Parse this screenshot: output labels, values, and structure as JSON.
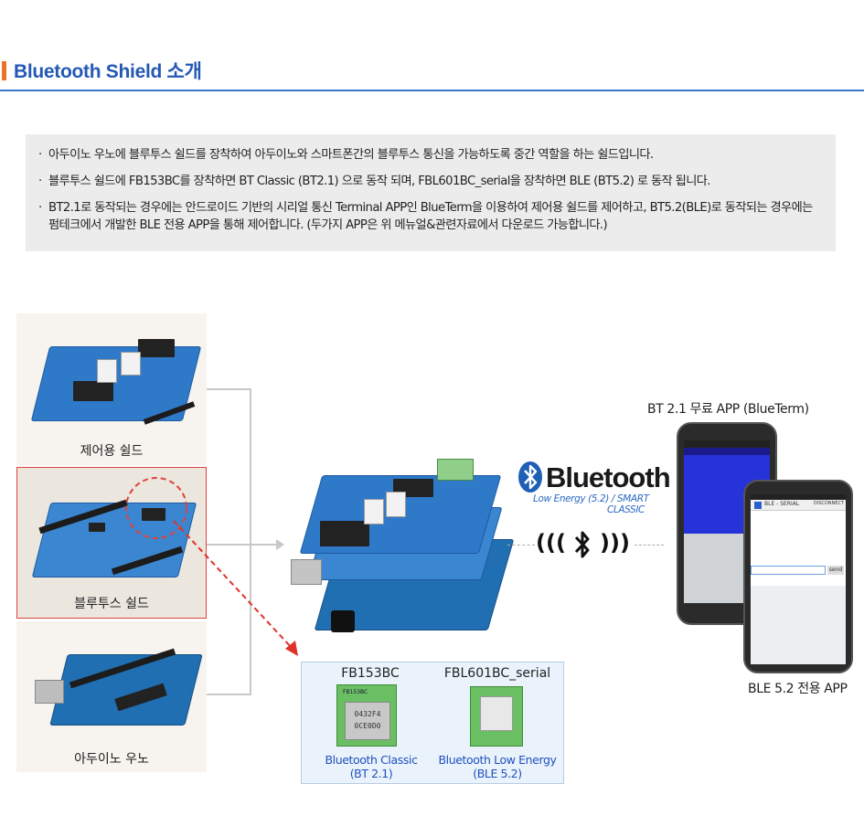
{
  "header": {
    "title": "Bluetooth Shield 소개"
  },
  "intro": {
    "bullets": [
      "아두이노 우노에 블루투스 쉴드를 장착하여 아두이노와 스마트폰간의 블루투스 통신을 가능하도록 중간 역할을 하는 쉴드입니다.",
      "블루투스 쉴드에 FB153BC를 장착하면 BT Classic (BT2.1) 으로 동작 되며, FBL601BC_serial을 장착하면 BLE (BT5.2) 로 동작 됩니다.",
      "BT2.1로 동작되는 경우에는 안드로이드 기반의 시리얼 통신 Terminal APP인 BlueTerm을 이용하여 제어용 쉴드를 제어하고, BT5.2(BLE)로 동작되는 경우에는 펌테크에서 개발한 BLE 전용 APP을 통해 제어합니다. (두가지 APP은 위 메뉴얼&관련자료에서 다운로드 가능합니다.)"
    ]
  },
  "panels": {
    "control_shield": "제어용 쉴드",
    "bluetooth_shield": "블루투스 쉴드",
    "arduino_uno": "아두이노 우노"
  },
  "modules": {
    "classic": {
      "name": "FB153BC",
      "desc_line1": "Bluetooth Classic",
      "desc_line2": "(BT 2.1)",
      "chip_label": "0432F4",
      "chip_label2": "0CE0D0",
      "brand": "FB153BC"
    },
    "ble": {
      "name": "FBL601BC_serial",
      "desc_line1": "Bluetooth Low Energy",
      "desc_line2": "(BLE 5.2)"
    }
  },
  "bluetooth_logo": {
    "word": "Bluetooth",
    "sub_line1": "Low Energy (5.2) / SMART",
    "sub_line2": "CLASSIC"
  },
  "phones": {
    "blueterm_caption": "BT 2.1 무료 APP (BlueTerm)",
    "ble_caption": "BLE 5.2 전용 APP",
    "ble_app_title": "BLE - SERIAL",
    "ble_disconnect": "DISCONNECT",
    "ble_send": "send"
  },
  "colors": {
    "accent_blue": "#2458b4",
    "header_mark": "#e8742a",
    "highlight_red": "#e0433c",
    "module_text": "#1f4fc0"
  }
}
